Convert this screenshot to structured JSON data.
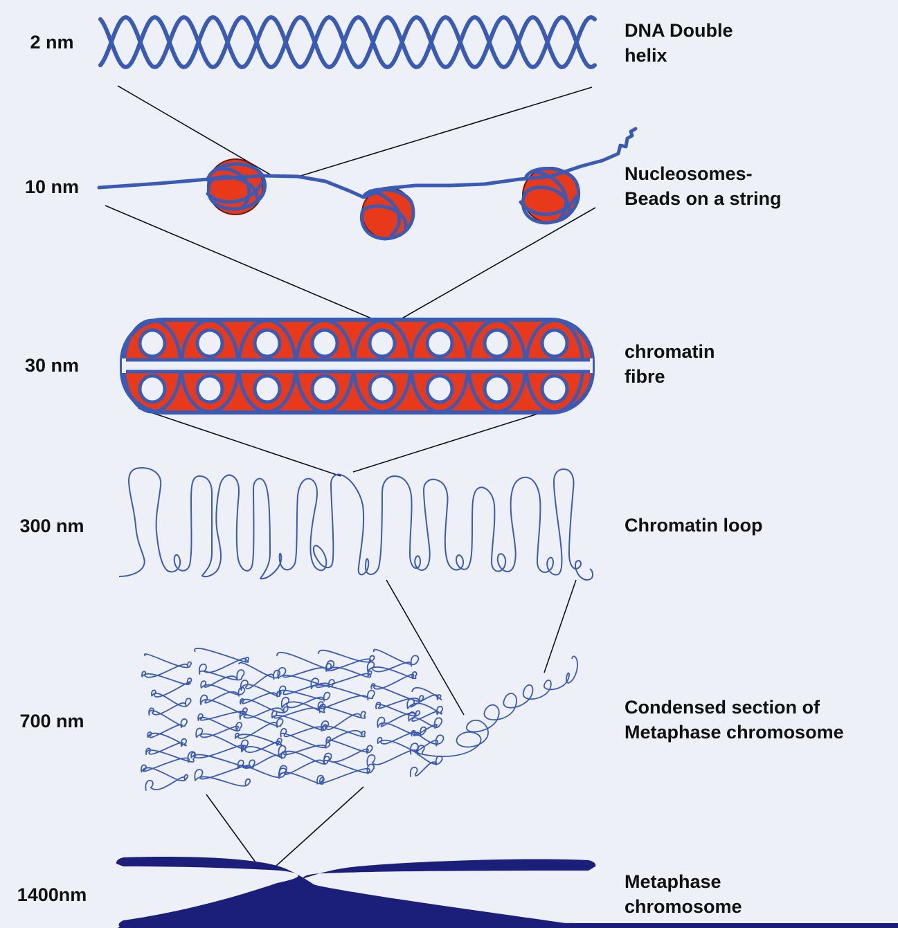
{
  "colors": {
    "background": "#eef0f8",
    "dna_blue": "#3a5bb5",
    "histone_red": "#e8391a",
    "chromosome_navy": "#1c1f7a",
    "connector": "#111111",
    "label_text": "#111111"
  },
  "levels": [
    {
      "scale": "2 nm",
      "lines": [
        "DNA Double",
        "helix"
      ]
    },
    {
      "scale": "10 nm",
      "lines": [
        "Nucleosomes-",
        "Beads on a string"
      ]
    },
    {
      "scale": "30 nm",
      "lines": [
        "chromatin",
        "fibre"
      ]
    },
    {
      "scale": "300 nm",
      "lines": [
        "Chromatin loop"
      ]
    },
    {
      "scale": "700 nm",
      "lines": [
        "Condensed section of",
        "Metaphase chromosome"
      ]
    },
    {
      "scale": "1400nm",
      "lines": [
        "Metaphase",
        "chromosome"
      ]
    }
  ]
}
